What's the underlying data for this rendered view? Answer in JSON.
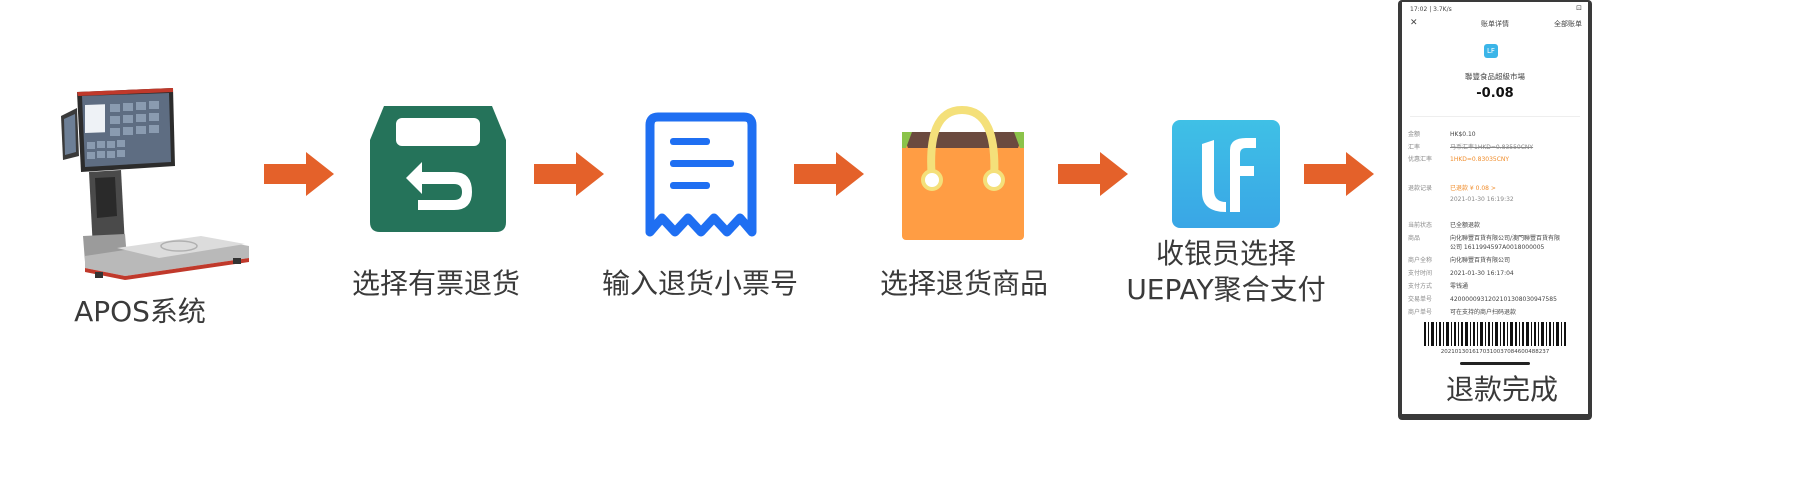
{
  "steps": [
    {
      "label": "APOS系统"
    },
    {
      "label": "选择有票退货"
    },
    {
      "label": "输入退货小票号"
    },
    {
      "label": "选择退货商品"
    },
    {
      "label_line1": "收银员选择",
      "label_line2": "UEPAY聚合支付"
    },
    {
      "label": "退款完成"
    }
  ],
  "colors": {
    "arrow": "#e4612a",
    "green_box": "#25735a",
    "blue_receipt": "#1f6ff2",
    "bag": "#ff9d44",
    "uepay": "#3bb5e8"
  },
  "icons": [
    "pos-terminal-icon",
    "return-box-icon",
    "receipt-icon",
    "shopping-bag-icon",
    "uepay-logo-icon",
    "phone-screenshot"
  ],
  "phone": {
    "status": "17:02 | 3.7K/s",
    "battery": "⊡",
    "nav_close": "✕",
    "nav_title": "账单详情",
    "nav_right": "全部账单",
    "merchant_logo_text": "LF",
    "merchant_name": "聯豐食品超級市場",
    "amount": "-0.08",
    "rows1": [
      {
        "k": "金额",
        "v": "HK$0.10"
      },
      {
        "k": "汇率",
        "v": "马币汇率1HKD=0.83550CNY"
      },
      {
        "k": "优惠汇率",
        "v": "1HKD=0.83035CNY"
      }
    ],
    "refund_k": "退款记录",
    "refund_v": "已退款 ¥ 0.08 >",
    "refund_time": "2021-01-30 16:19:32",
    "rows2": [
      {
        "k": "当前状态",
        "v": "已全额退款"
      },
      {
        "k": "商品",
        "v": "向化聯豐百貨有限公司/澳門聯豐百貨有限"
      },
      {
        "k": "",
        "v": "公司 1611994597A0018000005"
      },
      {
        "k": "商户全称",
        "v": "向化聯豐百貨有限公司"
      },
      {
        "k": "支付时间",
        "v": "2021-01-30 16:17:04"
      },
      {
        "k": "支付方式",
        "v": "零钱通"
      },
      {
        "k": "交易单号",
        "v": "4200000931202101308030947585"
      },
      {
        "k": "商户单号",
        "v": "可在支持的商户扫码退款"
      }
    ],
    "barcode_number": "2021013016170310037084600488237"
  }
}
